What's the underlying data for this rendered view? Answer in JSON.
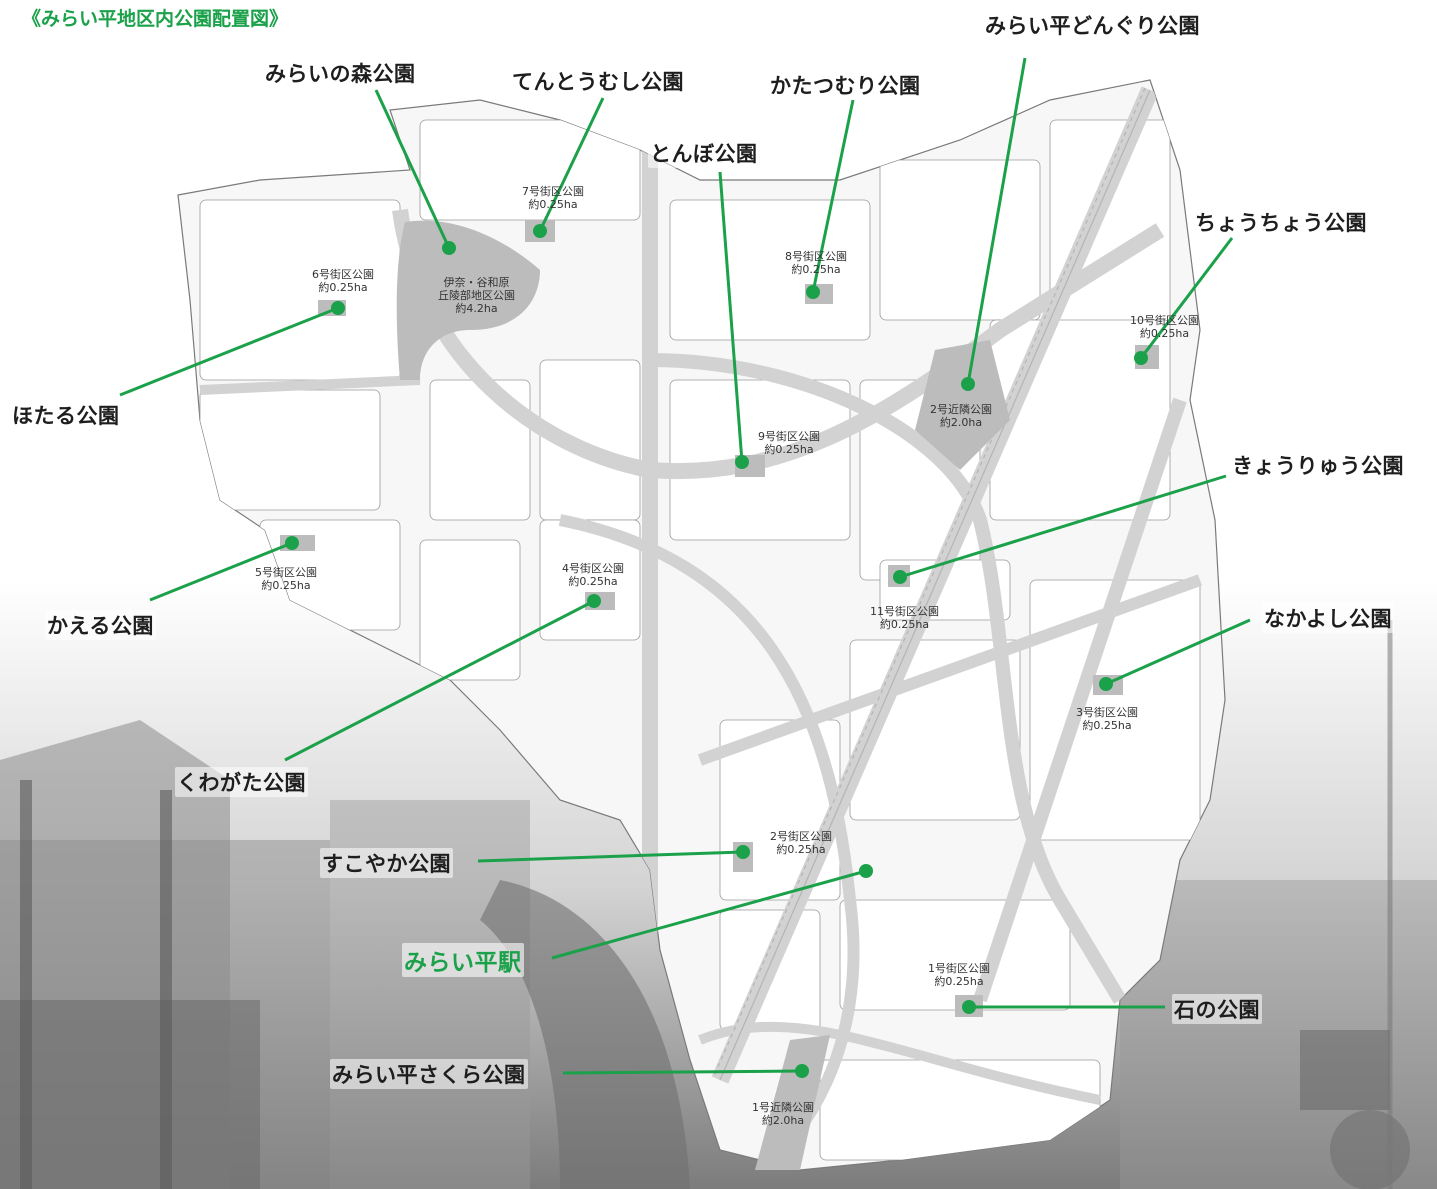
{
  "map_title": "《みらい平地区内公園配置図》",
  "accent_color": "#1ba14a",
  "parks": [
    {
      "name": "みらいの森公園",
      "plan": [
        "伊奈・谷和原",
        "丘陵部地区公園",
        "約4.2ha"
      ]
    },
    {
      "name": "てんとうむし公園",
      "plan": [
        "7号街区公園",
        "約0.25ha"
      ]
    },
    {
      "name": "かたつむり公園",
      "plan": [
        "8号街区公園",
        "約0.25ha"
      ]
    },
    {
      "name": "とんぼ公園",
      "plan": [
        "9号街区公園",
        "約0.25ha"
      ]
    },
    {
      "name": "みらい平どんぐり公園",
      "plan": [
        "2号近隣公園",
        "約2.0ha"
      ]
    },
    {
      "name": "ちょうちょう公園",
      "plan": [
        "10号街区公園",
        "約0.25ha"
      ]
    },
    {
      "name": "ほたる公園",
      "plan": [
        "6号街区公園",
        "約0.25ha"
      ]
    },
    {
      "name": "きょうりゅう公園",
      "plan": [
        "11号街区公園",
        "約0.25ha"
      ]
    },
    {
      "name": "かえる公園",
      "plan": [
        "5号街区公園",
        "約0.25ha"
      ]
    },
    {
      "name": "なかよし公園",
      "plan": [
        "3号街区公園",
        "約0.25ha"
      ]
    },
    {
      "name": "くわがた公園",
      "plan": [
        "4号街区公園",
        "約0.25ha"
      ]
    },
    {
      "name": "すこやか公園",
      "plan": [
        "2号街区公園",
        "約0.25ha"
      ]
    },
    {
      "name": "石の公園",
      "plan": [
        "1号街区公園",
        "約0.25ha"
      ]
    },
    {
      "name": "みらい平さくら公園",
      "plan": [
        "1号近隣公園",
        "約2.0ha"
      ]
    }
  ],
  "station": {
    "name": "みらい平駅"
  }
}
